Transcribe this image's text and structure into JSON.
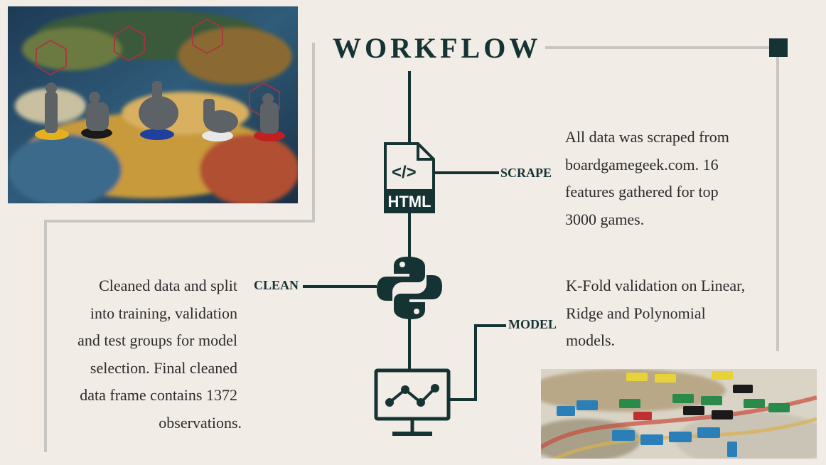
{
  "title": "WORKFLOW",
  "steps": {
    "scrape": {
      "label": "SCRAPE",
      "icon": "html-file-icon",
      "icon_text": "HTML",
      "description": [
        "All data was scraped from",
        "boardgamegeek.com. 16",
        "features gathered for top",
        "3000 games."
      ]
    },
    "clean": {
      "label": "CLEAN",
      "icon": "python-icon",
      "description": [
        "Cleaned data and split",
        "into training, validation",
        "and test groups for model",
        "selection. Final cleaned",
        "data frame contains 1372",
        "observations."
      ]
    },
    "model": {
      "label": "MODEL",
      "icon": "monitor-chart-icon",
      "description": [
        "K-Fold validation on Linear,",
        "Ridge and Polynomial",
        "models."
      ]
    }
  },
  "colors": {
    "background": "#f1ece6",
    "primary": "#163333",
    "connector_gray": "#c8c6c3"
  }
}
